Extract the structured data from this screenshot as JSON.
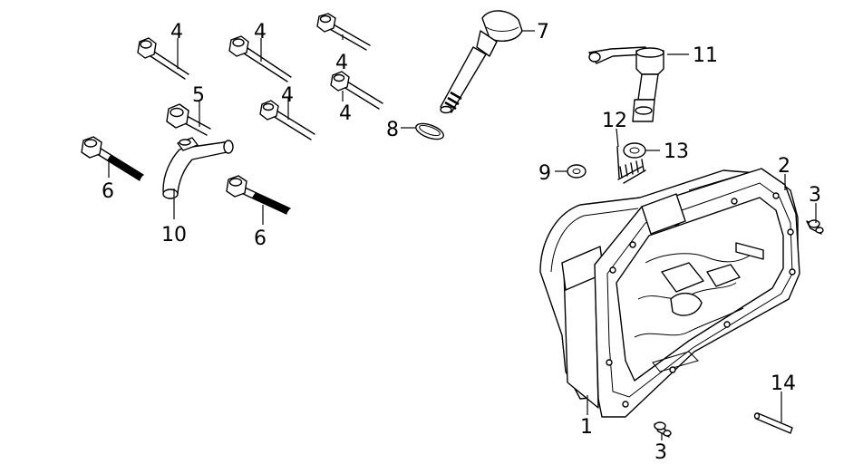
{
  "diagram": {
    "callouts": [
      {
        "id": "c4a",
        "text": "4"
      },
      {
        "id": "c4b",
        "text": "4"
      },
      {
        "id": "c4c",
        "text": "4"
      },
      {
        "id": "c4d",
        "text": "4"
      },
      {
        "id": "c4e",
        "text": "4"
      },
      {
        "id": "c5",
        "text": "5"
      },
      {
        "id": "c6a",
        "text": "6"
      },
      {
        "id": "c6b",
        "text": "6"
      },
      {
        "id": "c7",
        "text": "7"
      },
      {
        "id": "c8",
        "text": "8"
      },
      {
        "id": "c9",
        "text": "9"
      },
      {
        "id": "c10",
        "text": "10"
      },
      {
        "id": "c11",
        "text": "11"
      },
      {
        "id": "c12",
        "text": "12"
      },
      {
        "id": "c13",
        "text": "13"
      },
      {
        "id": "c2",
        "text": "2"
      },
      {
        "id": "c3a",
        "text": "3"
      },
      {
        "id": "c3b",
        "text": "3"
      },
      {
        "id": "c1",
        "text": "1"
      },
      {
        "id": "c14",
        "text": "14"
      }
    ]
  }
}
